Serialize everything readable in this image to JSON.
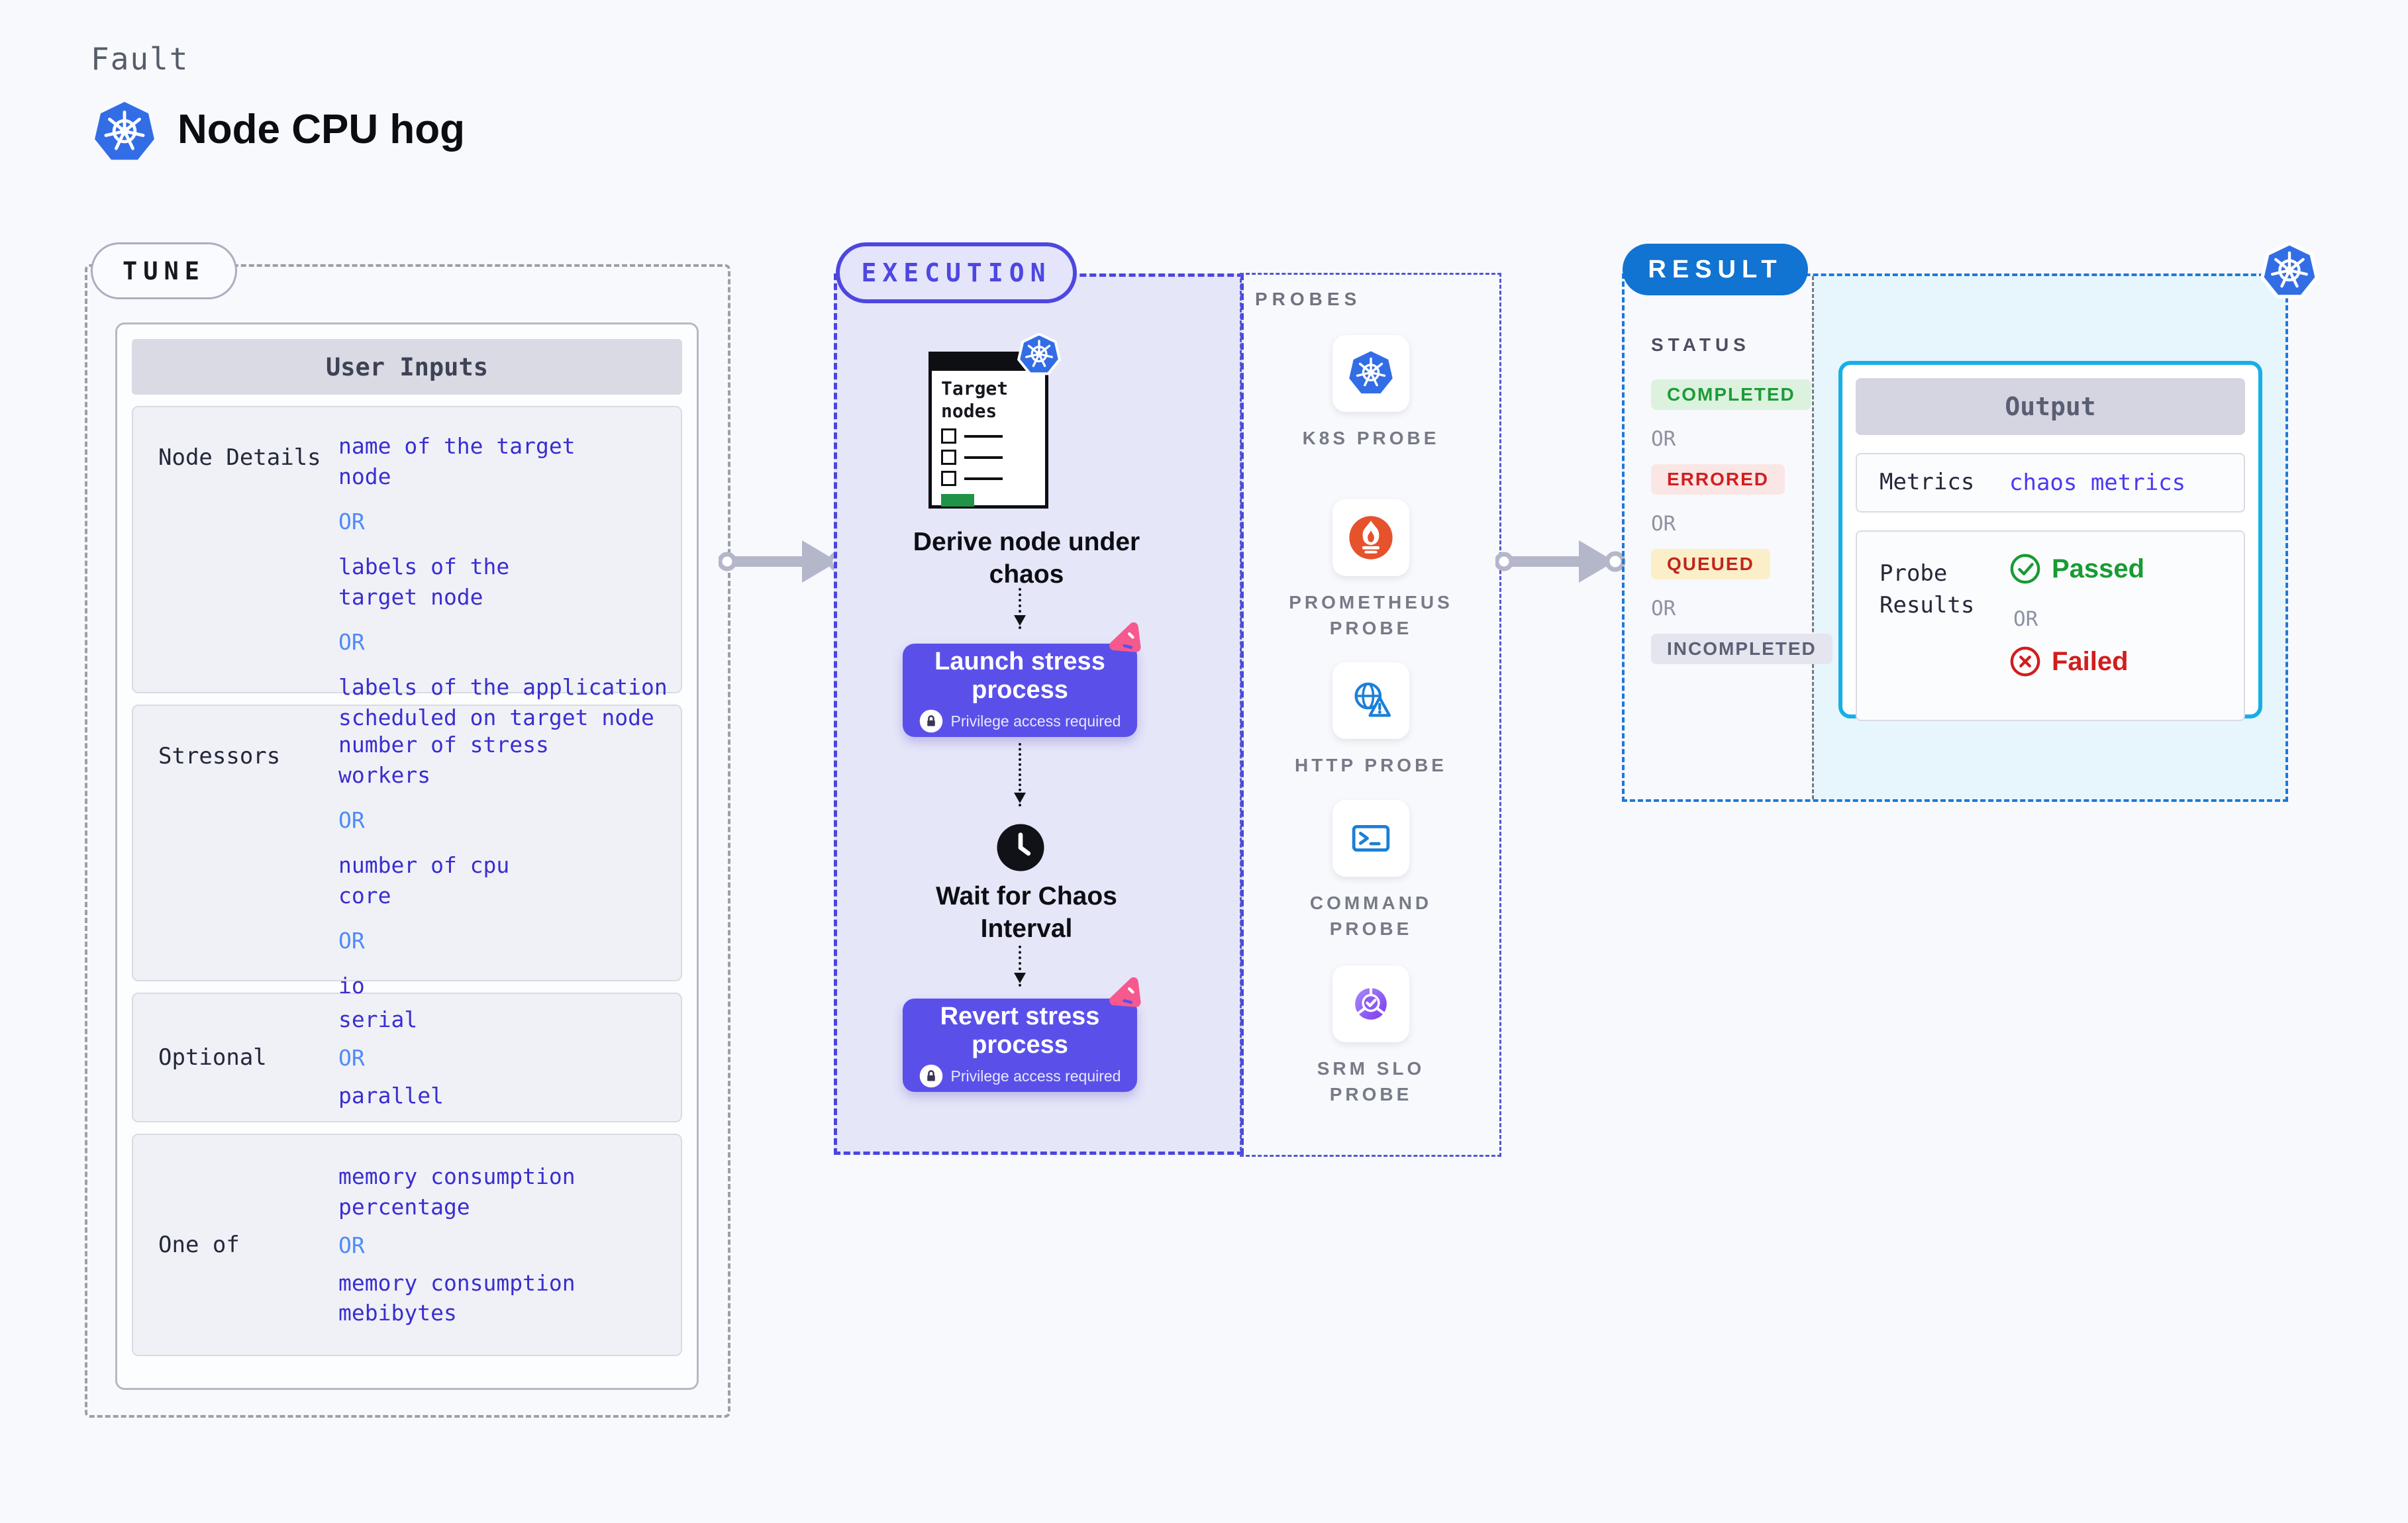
{
  "header": {
    "kicker": "Fault",
    "title": "Node CPU hog"
  },
  "tune": {
    "badge": "TUNE",
    "table_title": "User Inputs",
    "or": "OR",
    "rows": [
      {
        "label": "Node Details",
        "values": [
          "name of the target\nnode",
          "labels of the\ntarget node",
          "labels of the application\nscheduled on target node"
        ]
      },
      {
        "label": "Stressors",
        "values": [
          "number of stress\nworkers",
          "number of cpu\ncore",
          "io"
        ]
      },
      {
        "label": "Optional",
        "values": [
          "serial",
          "parallel"
        ]
      },
      {
        "label": "One of",
        "values": [
          "memory consumption\npercentage",
          "memory consumption\nmebibytes"
        ]
      }
    ]
  },
  "execution": {
    "badge": "EXECUTION",
    "target_card_title": "Target\nnodes",
    "derive_label": "Derive node under\nchaos",
    "launch_label": "Launch stress\nprocess",
    "wait_label": "Wait for Chaos\nInterval",
    "revert_label": "Revert stress\nprocess",
    "privilege_note": "Privilege access required"
  },
  "probes": {
    "heading": "PROBES",
    "items": [
      {
        "label": "K8S PROBE",
        "icon": "kubernetes-icon"
      },
      {
        "label": "PROMETHEUS\nPROBE",
        "icon": "prometheus-icon"
      },
      {
        "label": "HTTP PROBE",
        "icon": "globe-warning-icon"
      },
      {
        "label": "COMMAND\nPROBE",
        "icon": "terminal-icon"
      },
      {
        "label": "SRM SLO\nPROBE",
        "icon": "slo-donut-icon"
      }
    ]
  },
  "result": {
    "badge": "RESULT",
    "status_heading": "STATUS",
    "or": "OR",
    "statuses": [
      {
        "label": "COMPLETED",
        "fg": "#1d9b38",
        "bg": "#dcf2df"
      },
      {
        "label": "ERRORED",
        "fg": "#d21f1f",
        "bg": "#fbe6e6"
      },
      {
        "label": "QUEUED",
        "fg": "#c2251c",
        "bg": "#faefc9"
      },
      {
        "label": "INCOMPLETED",
        "fg": "#5c6175",
        "bg": "#e4e5ee"
      }
    ],
    "output": {
      "title": "Output",
      "metrics_label": "Metrics",
      "metrics_value": "chaos metrics",
      "probe_results_label": "Probe\nResults",
      "passed": "Passed",
      "failed": "Failed"
    }
  },
  "colors": {
    "accent_indigo": "#5a50e9",
    "execution_border": "#4a46dd",
    "result_blue": "#1173d2",
    "output_border": "#18aee6",
    "kubernetes_blue": "#326de6",
    "prometheus_orange": "#e6522c",
    "value_blue": "#3a2ed0",
    "or_blue": "#4f8bf7",
    "pink_badge": "#f6598e",
    "passed_green": "#189b33",
    "failed_red": "#d21d1d"
  }
}
